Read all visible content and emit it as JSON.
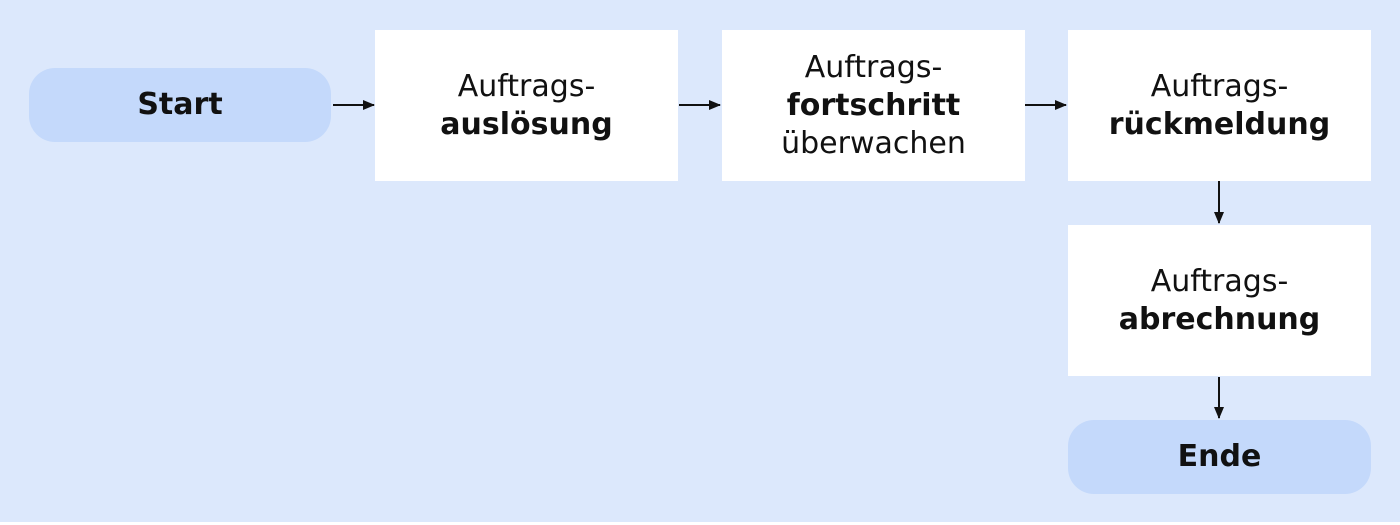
{
  "diagram": {
    "start": {
      "label": "Start"
    },
    "steps": [
      {
        "lines": [
          {
            "text": "Auftrags-",
            "bold": false
          },
          {
            "text": "auslösung",
            "bold": true
          }
        ]
      },
      {
        "lines": [
          {
            "text": "Auftrags-",
            "bold": false
          },
          {
            "text": "fortschritt",
            "bold": true
          },
          {
            "text": "überwachen",
            "bold": false
          }
        ]
      },
      {
        "lines": [
          {
            "text": "Auftrags-",
            "bold": false
          },
          {
            "text": "rückmeldung",
            "bold": true
          }
        ]
      },
      {
        "lines": [
          {
            "text": "Auftrags-",
            "bold": false
          },
          {
            "text": "abrechnung",
            "bold": true
          }
        ]
      }
    ],
    "end": {
      "label": "Ende"
    },
    "colors": {
      "background": "#dce8fc",
      "terminal_fill": "#c4d9fb",
      "step_fill": "#ffffff",
      "arrow": "#111111"
    }
  }
}
